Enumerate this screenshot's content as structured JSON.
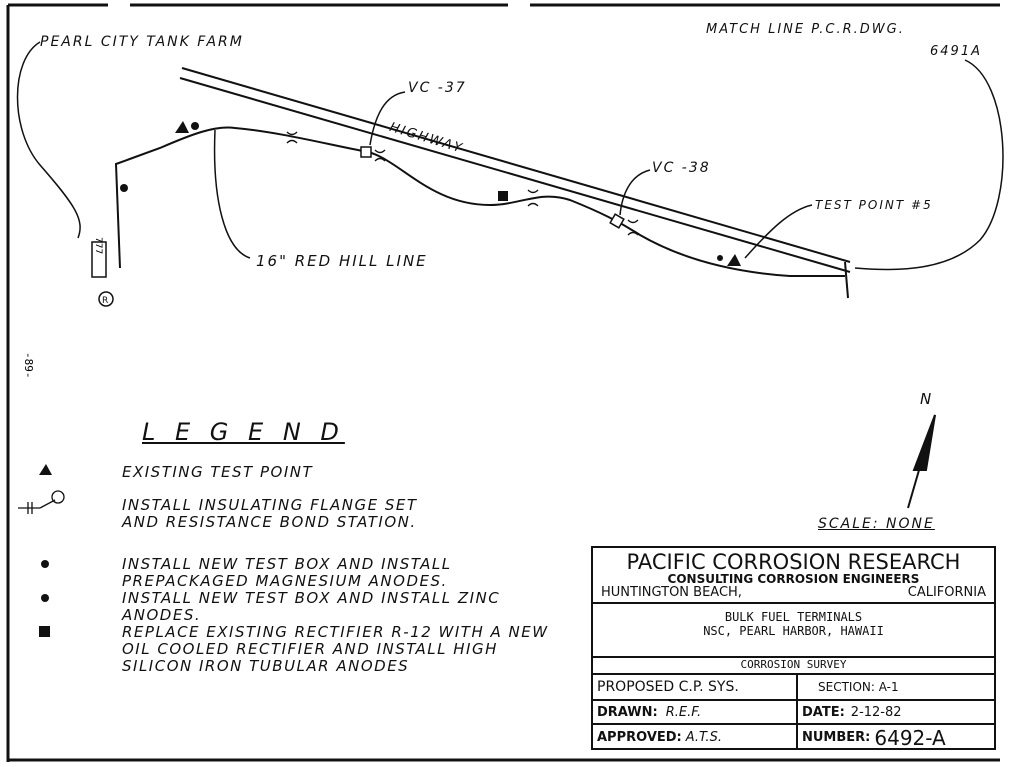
{
  "labels": {
    "tank_farm": "PEARL CITY TANK FARM",
    "match_line": "MATCH LINE P.C.R.DWG.",
    "match_line_number": "6491A",
    "vc37": "VC -37",
    "vc38": "VC -38",
    "highway": "HIGHWAY",
    "test_point": "TEST POINT #5",
    "red_hill_line": "16\" RED HILL LINE",
    "tank_tag": "777",
    "page_number": "-89-",
    "north": "N",
    "scale": "SCALE: NONE"
  },
  "legend": {
    "title": "L E G E N D",
    "items": [
      {
        "symbol": "triangle",
        "text": "EXISTING TEST POINT"
      },
      {
        "symbol": "flange-r",
        "text": "INSTALL INSULATING FLANGE SET AND RESISTANCE BOND STATION."
      },
      {
        "symbol": "dot",
        "text": "INSTALL NEW TEST BOX AND INSTALL PREPACKAGED MAGNESIUM ANODES."
      },
      {
        "symbol": "dot-small",
        "text": "INSTALL NEW TEST BOX AND INSTALL ZINC ANODES."
      },
      {
        "symbol": "half-square",
        "text": "REPLACE EXISTING RECTIFIER R-12 WITH A NEW OIL COOLED RECTIFIER AND INSTALL HIGH SILICON IRON TUBULAR ANODES"
      }
    ]
  },
  "title_block": {
    "company": "PACIFIC CORROSION RESEARCH",
    "subtitle": "CONSULTING CORROSION ENGINEERS",
    "city": "HUNTINGTON BEACH,",
    "state": "CALIFORNIA",
    "project_line1": "BULK FUEL TERMINALS",
    "project_line2": "NSC, PEARL HARBOR, HAWAII",
    "survey": "CORROSION SURVEY",
    "proposed": "PROPOSED C.P. SYS.",
    "section": "SECTION: A-1",
    "drawn_label": "DRAWN:",
    "drawn_value": "R.E.F.",
    "date_label": "DATE:",
    "date_value": "2-12-82",
    "approved_label": "APPROVED:",
    "approved_value": "A.T.S.",
    "number_label": "NUMBER:",
    "number_value": "6492-A"
  }
}
